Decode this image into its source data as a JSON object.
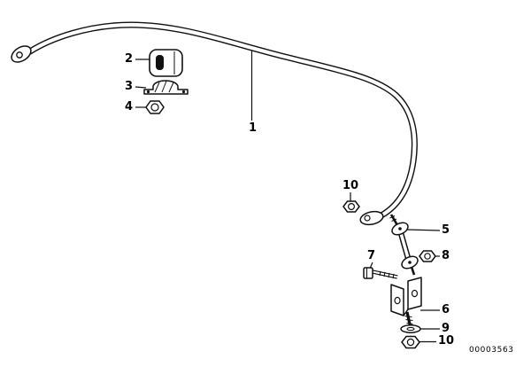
{
  "colors": {
    "ink": "#111111",
    "background": "#ffffff"
  },
  "diagram": {
    "drawing_number": "00003563",
    "callouts": {
      "c1": {
        "label": "1",
        "target": "stabilizer-bar"
      },
      "c2": {
        "label": "2",
        "target": "rubber-bushing"
      },
      "c3": {
        "label": "3",
        "target": "clamp-bracket"
      },
      "c4": {
        "label": "4",
        "target": "hex-nut"
      },
      "c5": {
        "label": "5",
        "target": "stabilizer-link"
      },
      "c6": {
        "label": "6",
        "target": "mounting-bracket"
      },
      "c7": {
        "label": "7",
        "target": "hex-bolt"
      },
      "c8": {
        "label": "8",
        "target": "hex-nut"
      },
      "c9": {
        "label": "9",
        "target": "washer"
      },
      "c10a": {
        "label": "10",
        "target": "hex-nut-upper"
      },
      "c10b": {
        "label": "10",
        "target": "hex-nut-lower"
      }
    }
  }
}
